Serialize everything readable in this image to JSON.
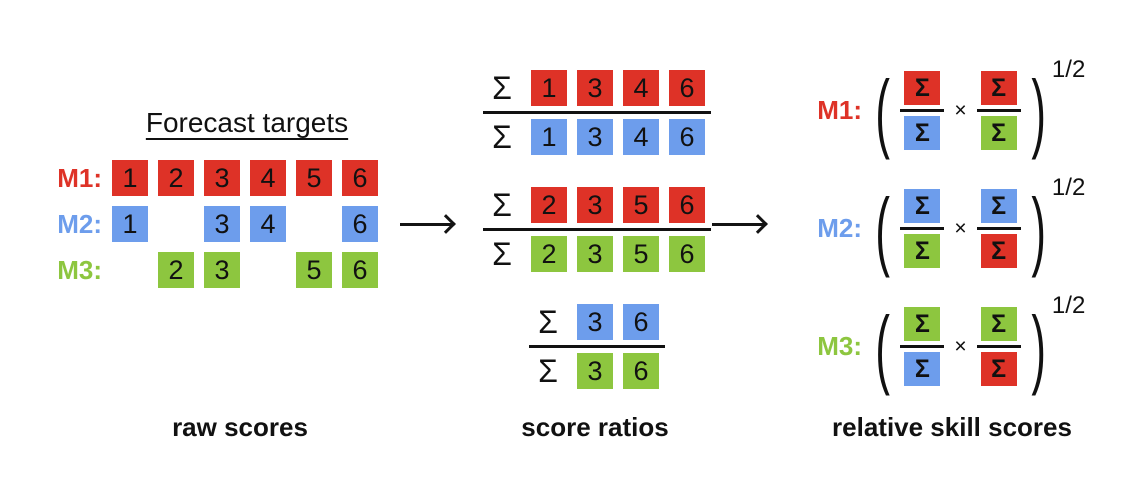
{
  "symbols": {
    "sigma": "Σ",
    "times": "×",
    "lparen": "(",
    "rparen": ")"
  },
  "icons": {
    "flow_arrow": "right-arrow"
  },
  "colors": {
    "red": "#DE3227",
    "blue": "#6D9DEC",
    "green": "#8DC63F",
    "text": "#111111"
  },
  "left_panel": {
    "title": "Forecast targets",
    "caption": "raw scores",
    "rows": [
      {
        "label": "M1:",
        "color": "red",
        "cells": [
          {
            "value": "1",
            "color": "red"
          },
          {
            "value": "2",
            "color": "red"
          },
          {
            "value": "3",
            "color": "red"
          },
          {
            "value": "4",
            "color": "red"
          },
          {
            "value": "5",
            "color": "red"
          },
          {
            "value": "6",
            "color": "red"
          }
        ]
      },
      {
        "label": "M2:",
        "color": "blue",
        "cells": [
          {
            "value": "1",
            "color": "blue"
          },
          null,
          {
            "value": "3",
            "color": "blue"
          },
          {
            "value": "4",
            "color": "blue"
          },
          null,
          {
            "value": "6",
            "color": "blue"
          }
        ]
      },
      {
        "label": "M3:",
        "color": "green",
        "cells": [
          null,
          {
            "value": "2",
            "color": "green"
          },
          {
            "value": "3",
            "color": "green"
          },
          null,
          {
            "value": "5",
            "color": "green"
          },
          {
            "value": "6",
            "color": "green"
          }
        ]
      }
    ]
  },
  "middle_panel": {
    "caption": "score ratios",
    "ratios": [
      {
        "numerator": {
          "color": "red",
          "values": [
            "1",
            "3",
            "4",
            "6"
          ]
        },
        "denominator": {
          "color": "blue",
          "values": [
            "1",
            "3",
            "4",
            "6"
          ]
        }
      },
      {
        "numerator": {
          "color": "red",
          "values": [
            "2",
            "3",
            "5",
            "6"
          ]
        },
        "denominator": {
          "color": "green",
          "values": [
            "2",
            "3",
            "5",
            "6"
          ]
        }
      },
      {
        "numerator": {
          "color": "blue",
          "values": [
            "3",
            "6"
          ]
        },
        "denominator": {
          "color": "green",
          "values": [
            "3",
            "6"
          ]
        }
      }
    ]
  },
  "right_panel": {
    "caption": "relative skill scores",
    "formulas": [
      {
        "label": "M1:",
        "color": "red",
        "exponent": "1/2",
        "fractions": [
          {
            "num": "red",
            "den": "blue"
          },
          {
            "num": "red",
            "den": "green"
          }
        ]
      },
      {
        "label": "M2:",
        "color": "blue",
        "exponent": "1/2",
        "fractions": [
          {
            "num": "blue",
            "den": "green"
          },
          {
            "num": "blue",
            "den": "red"
          }
        ]
      },
      {
        "label": "M3:",
        "color": "green",
        "exponent": "1/2",
        "fractions": [
          {
            "num": "green",
            "den": "blue"
          },
          {
            "num": "green",
            "den": "red"
          }
        ]
      }
    ]
  }
}
